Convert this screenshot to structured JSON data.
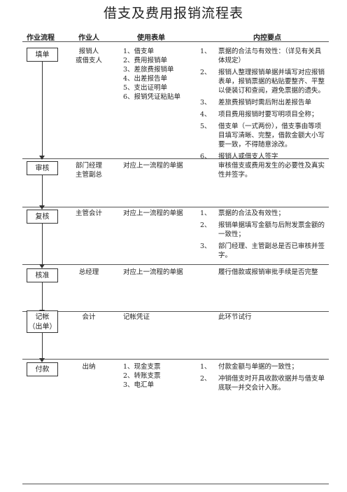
{
  "title": "借支及费用报销流程表",
  "headers": {
    "flow": "作业流程",
    "person": "作业人",
    "form": "使用表单",
    "points": "内控要点"
  },
  "rows": [
    {
      "step": "填单",
      "person": [
        "报销人",
        "或借支人"
      ],
      "forms": [
        "1、借支单",
        "2、费用报销单",
        "3、差旅费报销单",
        "4、出差报告单",
        "5、支出证明单",
        "6、报销凭证粘贴单"
      ],
      "points": [
        {
          "n": "1、",
          "t": "票据的合法与有效性：（详见有关具体规定）"
        },
        {
          "n": "2、",
          "t": "报销人整理报销单据并填写对应报销表单，报销票据的粘贴要整齐、平整以便装订和查阅，避免票据的遗失。"
        },
        {
          "n": "3、",
          "t": "差旅费报销时需后附出差报告单"
        },
        {
          "n": "4、",
          "t": "项目费用报销时要写明项目全称；"
        },
        {
          "n": "5、",
          "t": "借支单（一式两份），借支事由等项目填写清晰、完整，借款金额大小写要一致，不得随意涂改。"
        },
        {
          "n": "6、",
          "t": "报销人或借支人签字"
        }
      ]
    },
    {
      "step": "审核",
      "person": [
        "部门经理",
        "主管副总"
      ],
      "forms": [
        "对应上一流程的单据"
      ],
      "points_text": "审核借支或费用发生的必要性及真实性并签字。"
    },
    {
      "step": "复核",
      "person": [
        "主管会计"
      ],
      "forms": [
        "对应上一流程的单据"
      ],
      "points": [
        {
          "n": "1、",
          "t": "票据的合法及有效性；"
        },
        {
          "n": "2、",
          "t": "报销单据填写金额与后附发票金额的一致性；"
        },
        {
          "n": "3、",
          "t": "部门经理、主管副总是否已审核并签字。"
        }
      ]
    },
    {
      "step": "核准",
      "person": [
        "总经理"
      ],
      "forms": [
        "对应上一流程的单据"
      ],
      "points_text": "履行借款或报销审批手续是否完整"
    },
    {
      "step": "记帐（出单）",
      "step_lines": [
        "记帐",
        "（出单）"
      ],
      "person": [
        "会计"
      ],
      "forms": [
        "记帐凭证"
      ],
      "points_text": "此环节试行"
    },
    {
      "step": "付款",
      "person": [
        "出纳"
      ],
      "forms": [
        "1、现金支票",
        "2、转账支票",
        "3、电汇单"
      ],
      "points": [
        {
          "n": "1、",
          "t": "付款金额与单据的一致性；"
        },
        {
          "n": "2、",
          "t": "冲销借支时开具收款收据并与借支单底联一并交会计入账。"
        }
      ]
    }
  ]
}
